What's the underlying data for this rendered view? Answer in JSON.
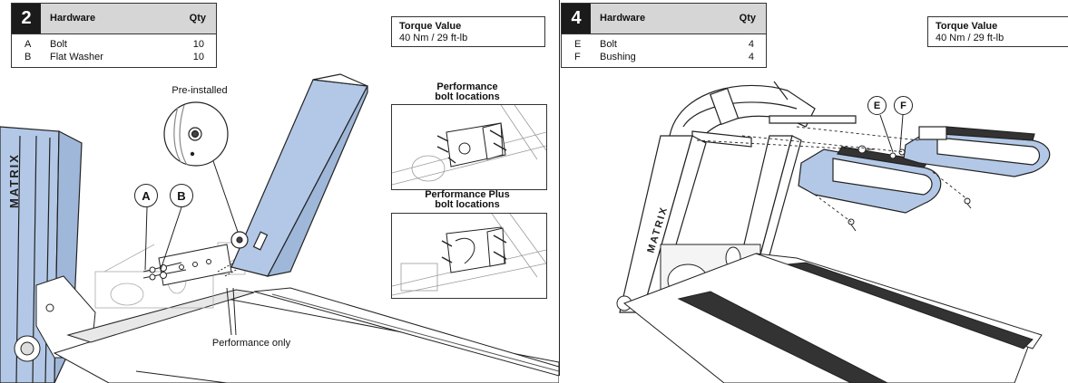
{
  "step2": {
    "number": "2",
    "hardware_title": "Hardware",
    "qty_title": "Qty",
    "items": [
      {
        "letter": "A",
        "name": "Bolt",
        "qty": "10"
      },
      {
        "letter": "B",
        "name": "Flat Washer",
        "qty": "10"
      }
    ],
    "torque_title": "Torque Value",
    "torque_value": "40 Nm / 29 ft-lb",
    "preinstalled_label": "Pre-installed",
    "callout_a": "A",
    "callout_b": "B",
    "performance_only_label": "Performance only",
    "inset1_title_l1": "Performance",
    "inset1_title_l2": "bolt locations",
    "inset2_title_l1": "Performance Plus",
    "inset2_title_l2": "bolt locations",
    "upright_brand": "MATRIX"
  },
  "step4": {
    "number": "4",
    "hardware_title": "Hardware",
    "qty_title": "Qty",
    "items": [
      {
        "letter": "E",
        "name": "Bolt",
        "qty": "4"
      },
      {
        "letter": "F",
        "name": "Bushing",
        "qty": "4"
      }
    ],
    "torque_title": "Torque Value",
    "torque_value": "40 Nm / 29 ft-lb",
    "callout_e": "E",
    "callout_f": "F",
    "upright_brand": "MATRIX"
  },
  "colors": {
    "part_highlight": "#b3c8e6",
    "line": "#222222",
    "header_bg": "#d6d6d6",
    "step_badge": "#1b1b1b"
  }
}
